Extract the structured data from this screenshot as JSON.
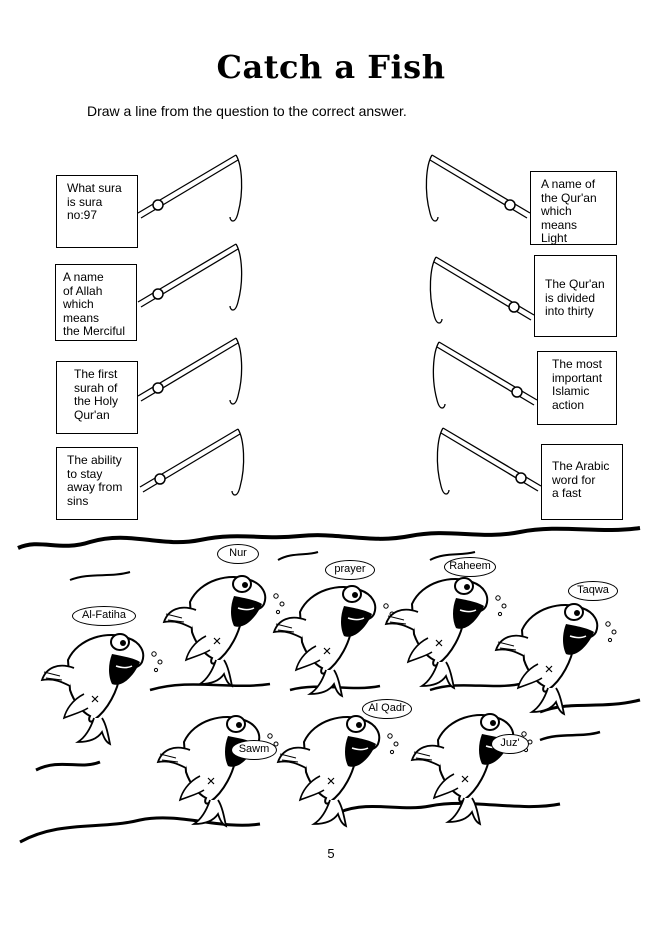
{
  "title": "Catch a Fish",
  "instruction": "Draw a line from the question to the correct answer.",
  "questions": [
    "What sura\nis sura\nno:97",
    "A name\nof Allah\nwhich means\nthe Merciful",
    "The first\nsurah of\nthe Holy\nQur'an",
    "The ability\nto stay\naway from\nsins"
  ],
  "answers": [
    "A name of\nthe Qur'an\nwhich means\nLight",
    "The Qur'an\nis divided\ninto thirty",
    "The most\nimportant\nIslamic\naction",
    "The Arabic\nword for\na fast"
  ],
  "fish_labels": [
    "Nur",
    "prayer",
    "Raheem",
    "Al-Fatiha",
    "Taqwa",
    "Al Qadr",
    "Sawm",
    "Juz'"
  ],
  "page_number": "5"
}
